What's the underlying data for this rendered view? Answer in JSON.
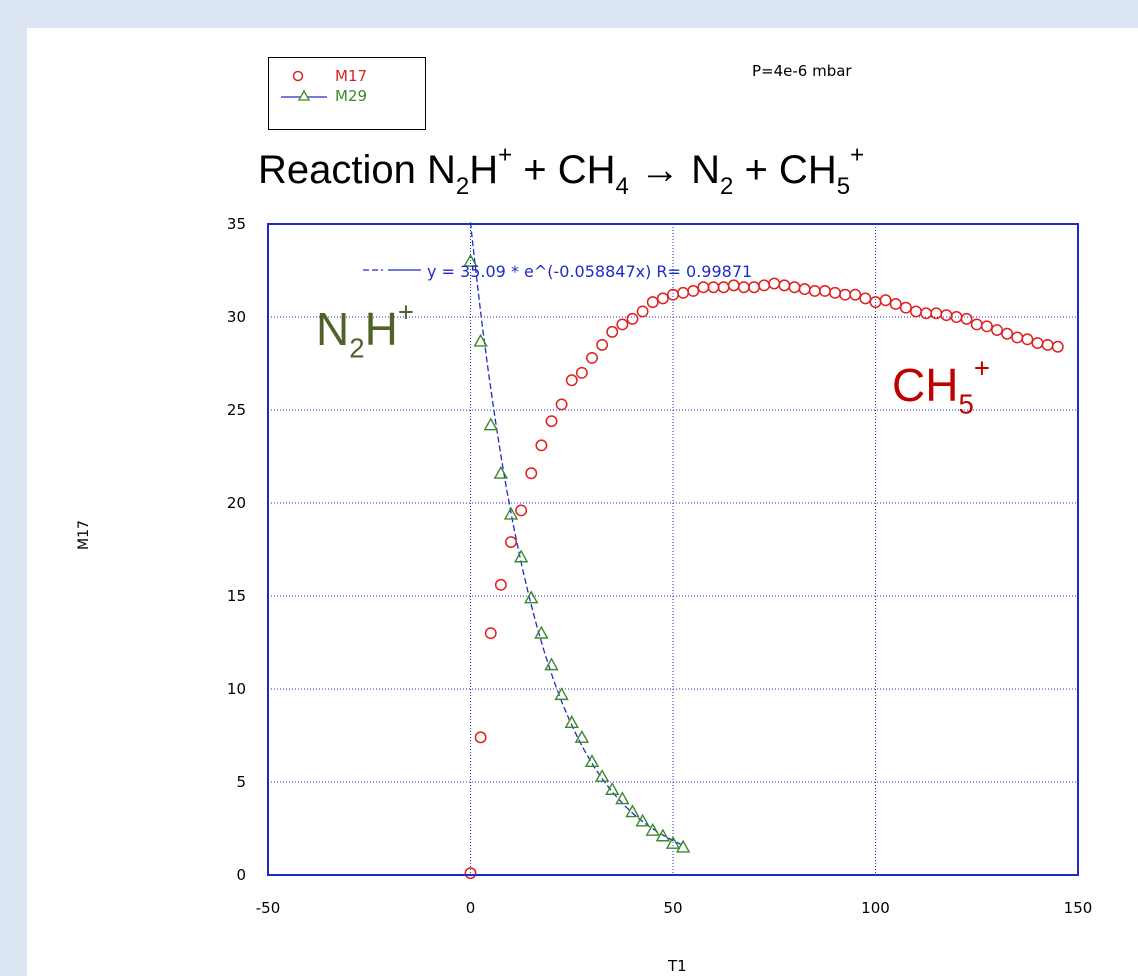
{
  "colors": {
    "background": "#dce6f2",
    "panel": "#ffffff",
    "axis_frame": "#1f2bc9",
    "grid": "#1f2bc9",
    "m17": "#e02020",
    "m29": "#3a8a2a",
    "fit_line": "#1f2bc9",
    "n2h_label": "#4f6228",
    "ch5_label": "#c00000"
  },
  "legend": {
    "m17": "M17",
    "m29": "M29"
  },
  "pressure_label": "P=4e-6 mbar",
  "title": {
    "prefix": "Reaction N",
    "s1": "2",
    "h": "H",
    "p1": "+",
    "plus1": " + CH",
    "s2": "4",
    "arrow": " → N",
    "s3": "2",
    "plus2": " + CH",
    "s4": "5",
    "p2": "+"
  },
  "annotations": {
    "n2h": {
      "a": "N",
      "sub": "2",
      "b": "H",
      "sup": "+"
    },
    "ch5": {
      "a": "CH",
      "sub": "5",
      "sup": "+"
    }
  },
  "fit_label": "y = 35.09 * e^(-0.058847x)   R= 0.99871",
  "chart_data": {
    "type": "scatter",
    "title": "",
    "xlabel": "T1",
    "ylabel": "M17",
    "xlim": [
      -50,
      150
    ],
    "ylim": [
      0,
      35
    ],
    "xticks": [
      -50,
      0,
      50,
      100,
      150
    ],
    "yticks": [
      0,
      5,
      10,
      15,
      20,
      25,
      30,
      35
    ],
    "grid": true,
    "legend_position": "top-left",
    "series": [
      {
        "name": "M17",
        "marker": "circle",
        "x": [
          0,
          2.5,
          5,
          7.5,
          10,
          12.5,
          15,
          17.5,
          20,
          22.5,
          25,
          27.5,
          30,
          32.5,
          35,
          37.5,
          40,
          42.5,
          45,
          47.5,
          50,
          52.5,
          55,
          57.5,
          60,
          62.5,
          65,
          67.5,
          70,
          72.5,
          75,
          77.5,
          80,
          82.5,
          85,
          87.5,
          90,
          92.5,
          95,
          97.5,
          100,
          102.5,
          105,
          107.5,
          110,
          112.5,
          115,
          117.5,
          120,
          122.5,
          125,
          127.5,
          130,
          132.5,
          135,
          137.5,
          140,
          142.5,
          145
        ],
        "y": [
          0.1,
          7.4,
          13.0,
          15.6,
          17.9,
          19.6,
          21.6,
          23.1,
          24.4,
          25.3,
          26.6,
          27.0,
          27.8,
          28.5,
          29.2,
          29.6,
          29.9,
          30.3,
          30.8,
          31.0,
          31.2,
          31.3,
          31.4,
          31.6,
          31.6,
          31.6,
          31.7,
          31.6,
          31.6,
          31.7,
          31.8,
          31.7,
          31.6,
          31.5,
          31.4,
          31.4,
          31.3,
          31.2,
          31.2,
          31.0,
          30.8,
          30.9,
          30.7,
          30.5,
          30.3,
          30.2,
          30.2,
          30.1,
          30.0,
          29.9,
          29.6,
          29.5,
          29.3,
          29.1,
          28.9,
          28.8,
          28.6,
          28.5,
          28.4
        ]
      },
      {
        "name": "M29",
        "marker": "triangle",
        "x": [
          0,
          2.5,
          5,
          7.5,
          10,
          12.5,
          15,
          17.5,
          20,
          22.5,
          25,
          27.5,
          30,
          32.5,
          35,
          37.5,
          40,
          42.5,
          45,
          47.5,
          50,
          52.5
        ],
        "y": [
          33.0,
          28.7,
          24.2,
          21.6,
          19.4,
          17.1,
          14.9,
          13.0,
          11.3,
          9.7,
          8.2,
          7.4,
          6.1,
          5.3,
          4.6,
          4.1,
          3.4,
          2.9,
          2.4,
          2.1,
          1.7,
          1.5
        ]
      }
    ],
    "fit": {
      "a": 35.09,
      "b": -0.058847,
      "r": 0.99871,
      "x_range": [
        0,
        52.5
      ]
    }
  }
}
